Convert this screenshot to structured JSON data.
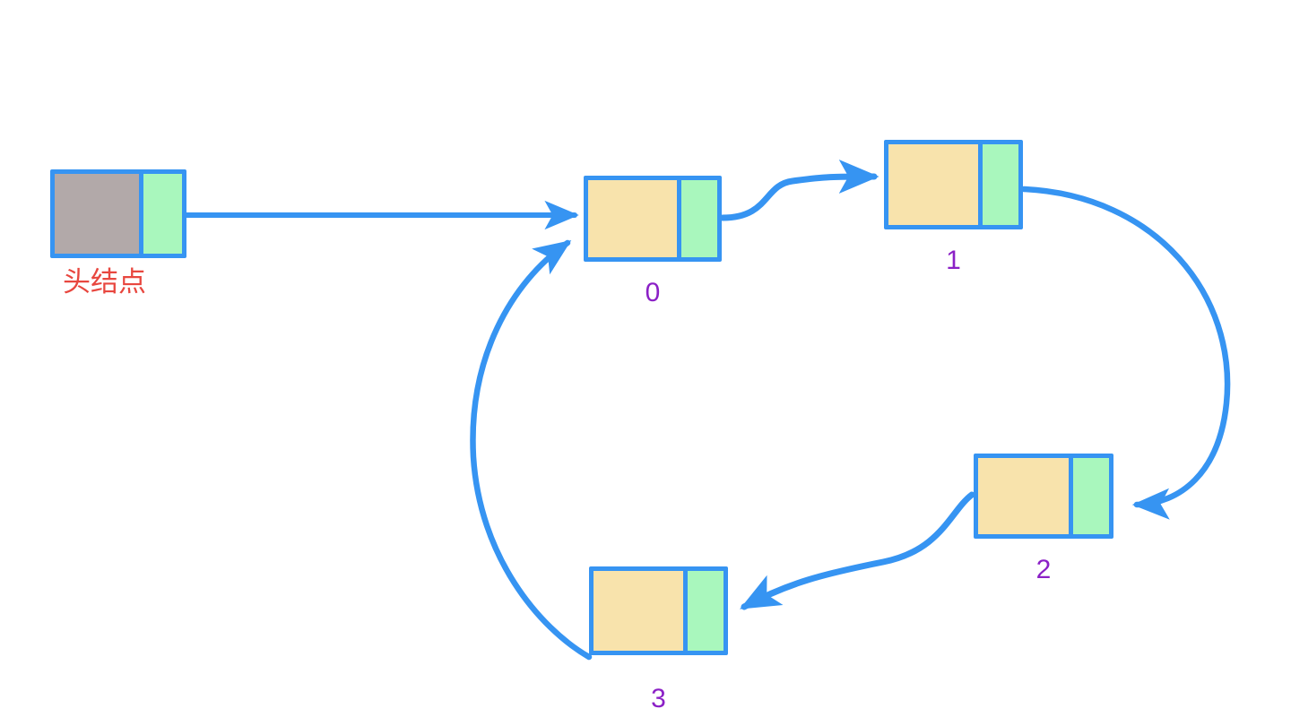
{
  "diagram": {
    "title": "circular-linked-list",
    "background_color": "#ffffff",
    "colors": {
      "border": "#3694F2",
      "data_cell": "#F8E3AC",
      "next_cell": "#A9F7BD",
      "head_data_cell": "#B2A9A9",
      "arrow": "#3694F2",
      "node_label": "#8B20C6",
      "head_label": "#E8473F"
    },
    "head": {
      "label": "头结点",
      "data_cell_text": "",
      "next_cell_text": ""
    },
    "nodes": [
      {
        "label": "0",
        "data_cell_text": "",
        "next_cell_text": ""
      },
      {
        "label": "1",
        "data_cell_text": "",
        "next_cell_text": ""
      },
      {
        "label": "2",
        "data_cell_text": "",
        "next_cell_text": ""
      },
      {
        "label": "3",
        "data_cell_text": "",
        "next_cell_text": ""
      }
    ],
    "edges": [
      {
        "name": "head-to-node0",
        "from": "head",
        "to": "0",
        "style": "straight"
      },
      {
        "name": "node0-to-node1",
        "from": "0",
        "to": "1",
        "style": "s-curve"
      },
      {
        "name": "node1-to-node2",
        "from": "1",
        "to": "2",
        "style": "arc"
      },
      {
        "name": "node2-to-node3",
        "from": "2",
        "to": "3",
        "style": "s-curve"
      },
      {
        "name": "node3-to-node0",
        "from": "3",
        "to": "0",
        "style": "arc"
      }
    ]
  }
}
